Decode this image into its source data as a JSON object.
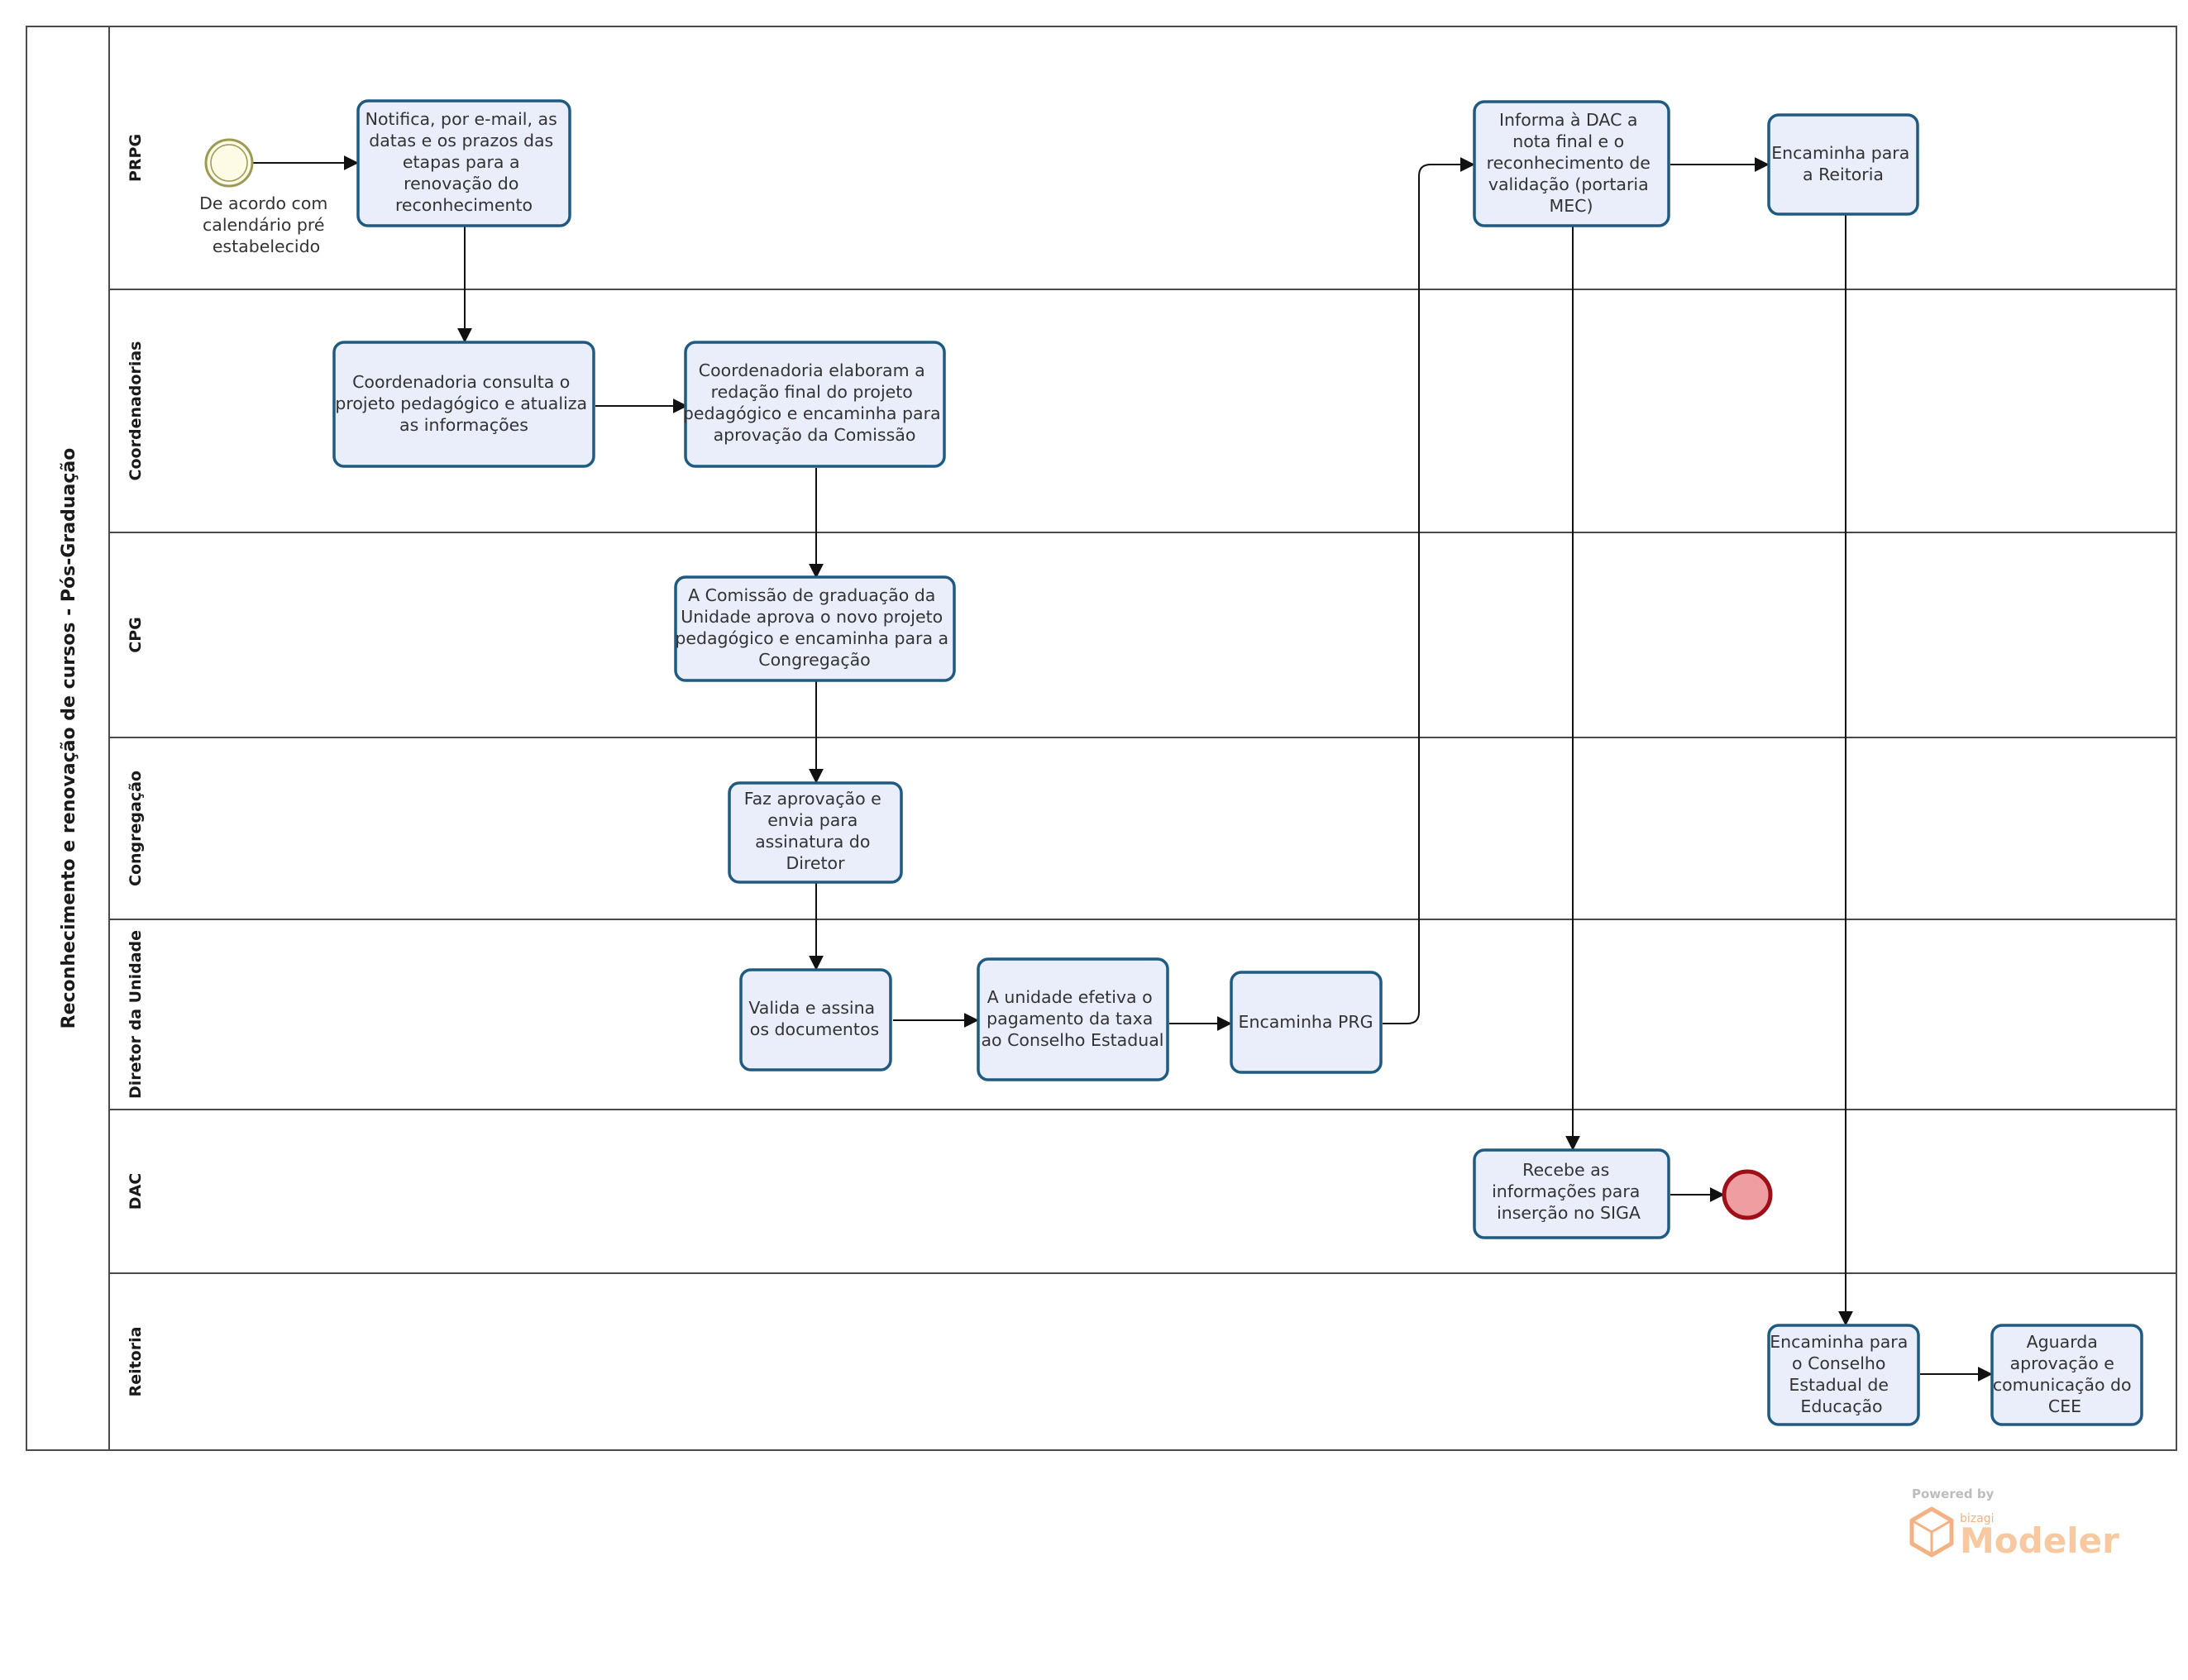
{
  "pool": {
    "title": "Reconhecimento e renovação de cursos - Pós-Graduação"
  },
  "lanes": [
    {
      "id": "prpg",
      "label": "PRPG"
    },
    {
      "id": "coordenadorias",
      "label": "Coordenadorias"
    },
    {
      "id": "cpg",
      "label": "CPG"
    },
    {
      "id": "congregacao",
      "label": "Congregação"
    },
    {
      "id": "diretor",
      "label": "Diretor da Unidade"
    },
    {
      "id": "dac",
      "label": "DAC"
    },
    {
      "id": "reitoria",
      "label": "Reitoria"
    }
  ],
  "start_event": {
    "lines": [
      "De acordo com",
      "calendário pré",
      "estabelecido"
    ]
  },
  "tasks": [
    {
      "id": "t1",
      "lines": [
        "Notifica, por e-mail, as",
        "datas e os prazos das",
        "etapas para a",
        "renovação do",
        "reconhecimento"
      ]
    },
    {
      "id": "t2",
      "lines": [
        "Coordenadoria consulta o",
        "projeto pedagógico e atualiza",
        "as informações"
      ]
    },
    {
      "id": "t3",
      "lines": [
        "Coordenadoria elaboram a",
        "redação final do projeto",
        "pedagógico e encaminha para",
        "aprovação da Comissão"
      ]
    },
    {
      "id": "t4",
      "lines": [
        "A Comissão de graduação da",
        "Unidade aprova o novo projeto",
        "pedagógico e encaminha para a",
        "Congregação"
      ]
    },
    {
      "id": "t5",
      "lines": [
        "Faz aprovação e",
        "envia para",
        "assinatura do",
        "Diretor"
      ]
    },
    {
      "id": "t6",
      "lines": [
        "Valida e assina",
        "os documentos"
      ]
    },
    {
      "id": "t7",
      "lines": [
        "A unidade efetiva o",
        "pagamento da taxa",
        "ao Conselho Estadual"
      ]
    },
    {
      "id": "t8",
      "lines": [
        "Encaminha PRG"
      ]
    },
    {
      "id": "t9",
      "lines": [
        "Informa à DAC a",
        "nota final e o",
        "reconhecimento de",
        "validação (portaria",
        "MEC)"
      ]
    },
    {
      "id": "t10",
      "lines": [
        "Encaminha para",
        "a Reitoria"
      ]
    },
    {
      "id": "t11",
      "lines": [
        "Recebe as",
        "informações para",
        "inserção no SIGA"
      ]
    },
    {
      "id": "t12",
      "lines": [
        "Encaminha para",
        "o Conselho",
        "Estadual de",
        "Educação"
      ]
    },
    {
      "id": "t13",
      "lines": [
        "Aguarda",
        "aprovação e",
        "comunicação do",
        "CEE"
      ]
    }
  ],
  "watermark": {
    "powered": "Powered by",
    "brand": "bizagi",
    "product": "Modeler"
  },
  "colors": {
    "task_fill": "#eaeefb",
    "task_stroke": "#1f5a82",
    "lane_stroke": "#4a4a4a",
    "start_stroke": "#9e9a55",
    "start_fill": "#fdfbe6",
    "end_stroke": "#9e0f17",
    "end_fill": "#ee9da0",
    "watermark": "#f4b183"
  }
}
